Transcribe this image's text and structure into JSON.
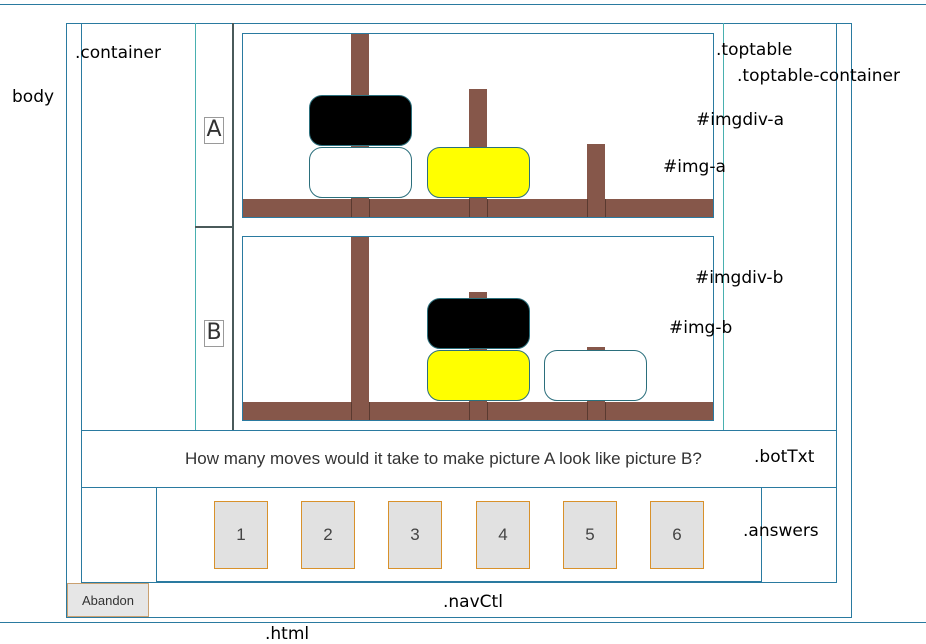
{
  "annotations": {
    "body": "body",
    "container": ".container",
    "toptable": ".toptable",
    "toptable_container": ".toptable-container",
    "imgdiv_a": "#imgdiv-a",
    "img_a": "#img-a",
    "imgdiv_b": "#imgdiv-b",
    "img_b": "#img-b",
    "bottxt": ".botTxt",
    "answers": ".answers",
    "navctl": ".navCtl",
    "html": ".html"
  },
  "rows": {
    "a_label": "A",
    "b_label": "B"
  },
  "question": "How many moves would it take to make picture A look like picture B?",
  "answers": [
    "1",
    "2",
    "3",
    "4",
    "5",
    "6"
  ],
  "nav": {
    "abandon_label": "Abandon"
  },
  "colors": {
    "outline": "#2a7aa0",
    "peg": "#86574a",
    "disk_black": "#000000",
    "disk_white": "#ffffff",
    "disk_yellow": "#ffff00",
    "answer_border": "#d8912b",
    "answer_bg": "#e1e1e1"
  }
}
